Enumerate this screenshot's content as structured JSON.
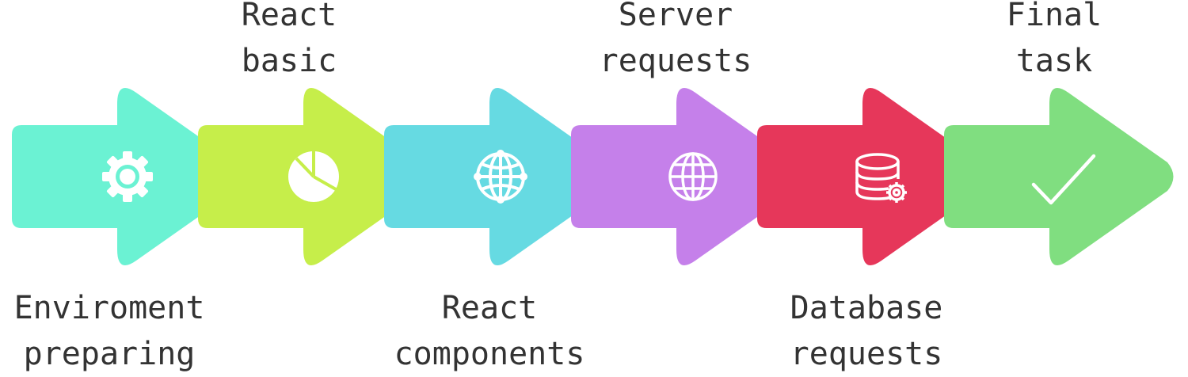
{
  "steps": [
    {
      "line1": "Enviroment",
      "line2": "preparing",
      "color": "#6BF2D3",
      "icon": "gear-icon",
      "label_position": "bottom"
    },
    {
      "line1": "React",
      "line2": "basic",
      "color": "#C6EE4A",
      "icon": "pie-chart-icon",
      "label_position": "top"
    },
    {
      "line1": "React",
      "line2": "components",
      "color": "#66DAE2",
      "icon": "globe-network-icon",
      "label_position": "bottom"
    },
    {
      "line1": "Server",
      "line2": "requests",
      "color": "#C580EA",
      "icon": "globe-icon",
      "label_position": "top"
    },
    {
      "line1": "Database",
      "line2": "requests",
      "color": "#E6375A",
      "icon": "database-settings-icon",
      "label_position": "bottom"
    },
    {
      "line1": "Final",
      "line2": "task",
      "color": "#80DE80",
      "icon": "checkmark-icon",
      "label_position": "top"
    }
  ]
}
